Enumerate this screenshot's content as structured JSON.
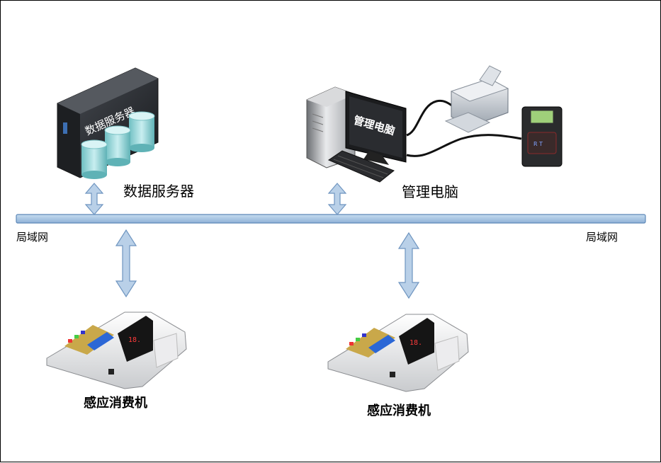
{
  "server": {
    "label": "数据服务器",
    "box_text": "数据服务器"
  },
  "management_pc": {
    "label": "管理电脑",
    "screen_text": "管理电脑"
  },
  "lan": {
    "left_label": "局域网",
    "right_label": "局域网"
  },
  "terminals": [
    {
      "label": "感应消费机"
    },
    {
      "label": "感应消费机"
    }
  ],
  "colors": {
    "bus_fill": "#a9c6e2",
    "bus_stroke": "#5d88b8",
    "arrow_fill": "#b9d0e8",
    "arrow_stroke": "#6f95c0",
    "server_body": "#2b2e33",
    "disk": "#8fd1d4"
  },
  "icons": [
    "server-icon",
    "database-icon",
    "desktop-computer-icon",
    "monitor-icon",
    "keyboard-icon",
    "printer-icon",
    "card-reader-icon",
    "pos-terminal-icon"
  ]
}
